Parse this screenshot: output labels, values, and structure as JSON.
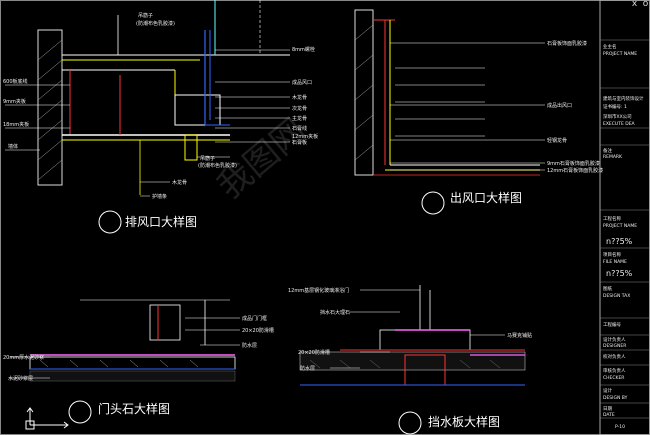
{
  "window": {
    "controls": [
      "x",
      "o"
    ]
  },
  "details": {
    "exhaust": {
      "title": "排风口大样图",
      "labels": [
        "吊筋子",
        "(防潮布色乳胶漆)",
        "8mm螺栓",
        "600板底线",
        "9mm夹板",
        "18mm夹板",
        "墙体",
        "成品风口",
        "木龙骨",
        "次龙骨",
        "主龙骨",
        "吊筋子",
        "(防潮布色乳胶漆)",
        "石膏线",
        "护墙条",
        "石膏板",
        "木龙骨",
        "12mm夹板"
      ]
    },
    "outlet": {
      "title": "出风口大样图",
      "labels": [
        "石膏板饰面乳胶漆",
        "成品出风口",
        "轻钢龙骨",
        "9mm石膏板饰面乳胶漆",
        "12mm石膏板饰面乳胶漆"
      ]
    },
    "threshold": {
      "title": "门头石大样图",
      "labels": [
        "成品门门框",
        "20×20防滑槽",
        "防水层",
        "20mm厚水泥砂浆",
        "水泥砂浆层"
      ]
    },
    "water": {
      "title": "挡水板大样图",
      "labels": [
        "12mm基层钢化玻璃淋浴门",
        "挡水石大理石",
        "20×20防滑槽",
        "防水层",
        "马赛克铺贴"
      ]
    }
  },
  "titleblock": {
    "rows": [
      "业主名",
      "PROJECT NAME",
      "建筑与室内装饰设计",
      "证书编号: 1",
      "深圳市XX公司",
      "EXECUTE DEA",
      "备注",
      "REMARK",
      "工程名称",
      "PROJECT NAME",
      "n??5%",
      "项目名称",
      "FILE NAME",
      "n??5%",
      "图纸",
      "DESIGN TAX",
      "工程编号",
      "设计负责人",
      "DESIGNER",
      "校对负责人",
      "审核负责人",
      "CHECKER",
      "设计",
      "DESIGN BY",
      "日期",
      "DATE"
    ],
    "page": "P-10"
  },
  "watermark": "我图网"
}
